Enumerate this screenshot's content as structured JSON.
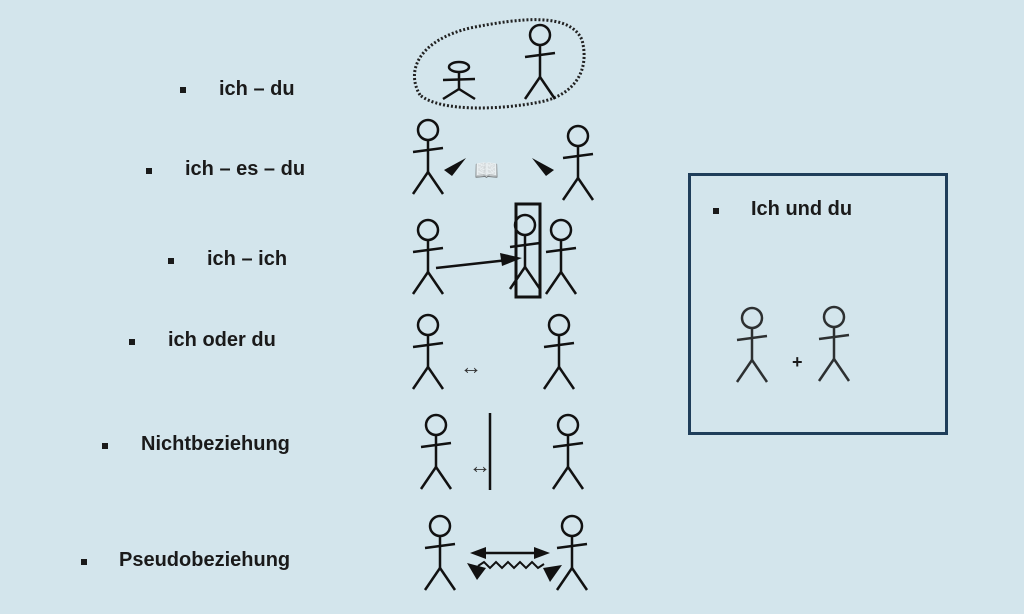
{
  "rows": [
    {
      "label": "ich – du"
    },
    {
      "label": "ich – es – du"
    },
    {
      "label": "ich – ich"
    },
    {
      "label": "ich oder du"
    },
    {
      "label": "Nichtbeziehung"
    },
    {
      "label": "Pseudobeziehung"
    }
  ],
  "box": {
    "label": "Ich und du",
    "plus": "+"
  },
  "symbols": {
    "double_arrow": "↔",
    "book": "📖"
  },
  "colors": {
    "background": "#d3e5ec",
    "box_border": "#1f3e5a",
    "ink": "#111111"
  }
}
